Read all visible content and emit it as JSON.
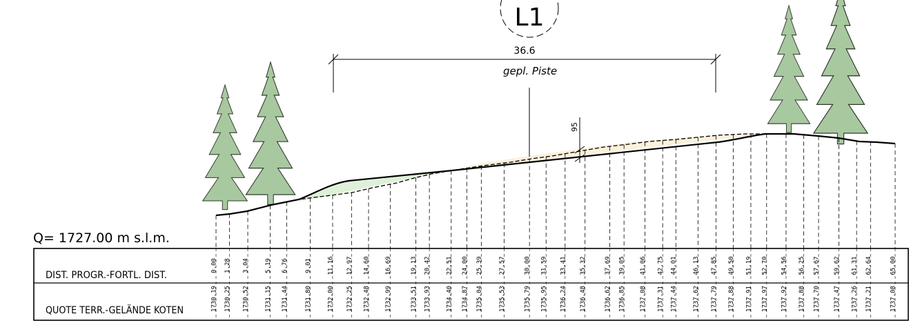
{
  "section": {
    "label": "L1",
    "width_label": "36.6",
    "piste_label": "gepl. Piste",
    "height_label": "95"
  },
  "datum": {
    "label": "Q=  1727.00  m  s.l.m."
  },
  "table": {
    "row1_label": "DIST. PROGR.-FORTL. DIST.",
    "row2_label": "QUOTE TERR.-GELÄNDE KOTEN"
  },
  "stations": [
    {
      "d": "0.00",
      "z": "1730.19"
    },
    {
      "d": "1.28",
      "z": "1730.25"
    },
    {
      "d": "3.04",
      "z": "1730.52"
    },
    {
      "d": "5.19",
      "z": "1731.15"
    },
    {
      "d": "6.76",
      "z": "1731.44"
    },
    {
      "d": "9.01",
      "z": "1731.80"
    },
    {
      "d": "11.16",
      "z": "1732.00"
    },
    {
      "d": "12.97",
      "z": "1732.25"
    },
    {
      "d": "14.60",
      "z": "1732.48"
    },
    {
      "d": "16.69",
      "z": "1732.99"
    },
    {
      "d": "19.13",
      "z": "1733.51"
    },
    {
      "d": "20.42",
      "z": "1733.93"
    },
    {
      "d": "22.51",
      "z": "1734.40"
    },
    {
      "d": "24.00",
      "z": "1734.87"
    },
    {
      "d": "25.39",
      "z": "1735.04"
    },
    {
      "d": "27.57",
      "z": "1735.53"
    },
    {
      "d": "30.00",
      "z": "1735.79"
    },
    {
      "d": "31.59",
      "z": "1735.95"
    },
    {
      "d": "33.41",
      "z": "1736.24"
    },
    {
      "d": "35.32",
      "z": "1736.48"
    },
    {
      "d": "37.69",
      "z": "1736.62"
    },
    {
      "d": "39.05",
      "z": "1736.85"
    },
    {
      "d": "41.06",
      "z": "1737.08"
    },
    {
      "d": "42.75",
      "z": "1737.31"
    },
    {
      "d": "44.01",
      "z": "1737.44"
    },
    {
      "d": "46.13",
      "z": "1737.62"
    },
    {
      "d": "47.85",
      "z": "1737.79"
    },
    {
      "d": "49.50",
      "z": "1737.88"
    },
    {
      "d": "51.19",
      "z": "1737.91"
    },
    {
      "d": "52.70",
      "z": "1737.97"
    },
    {
      "d": "54.56",
      "z": "1737.92"
    },
    {
      "d": "56.25",
      "z": "1737.88"
    },
    {
      "d": "57.67",
      "z": "1737.70"
    },
    {
      "d": "59.62",
      "z": "1737.47"
    },
    {
      "d": "61.31",
      "z": "1737.26"
    },
    {
      "d": "62.64",
      "z": "1737.21"
    },
    {
      "d": "65.00",
      "z": "1737.08"
    }
  ],
  "colors": {
    "line": "#000000",
    "fill_cut": "#dff0d8",
    "fill_fill": "#fbf1dc",
    "tree": "#a8c8a0"
  }
}
